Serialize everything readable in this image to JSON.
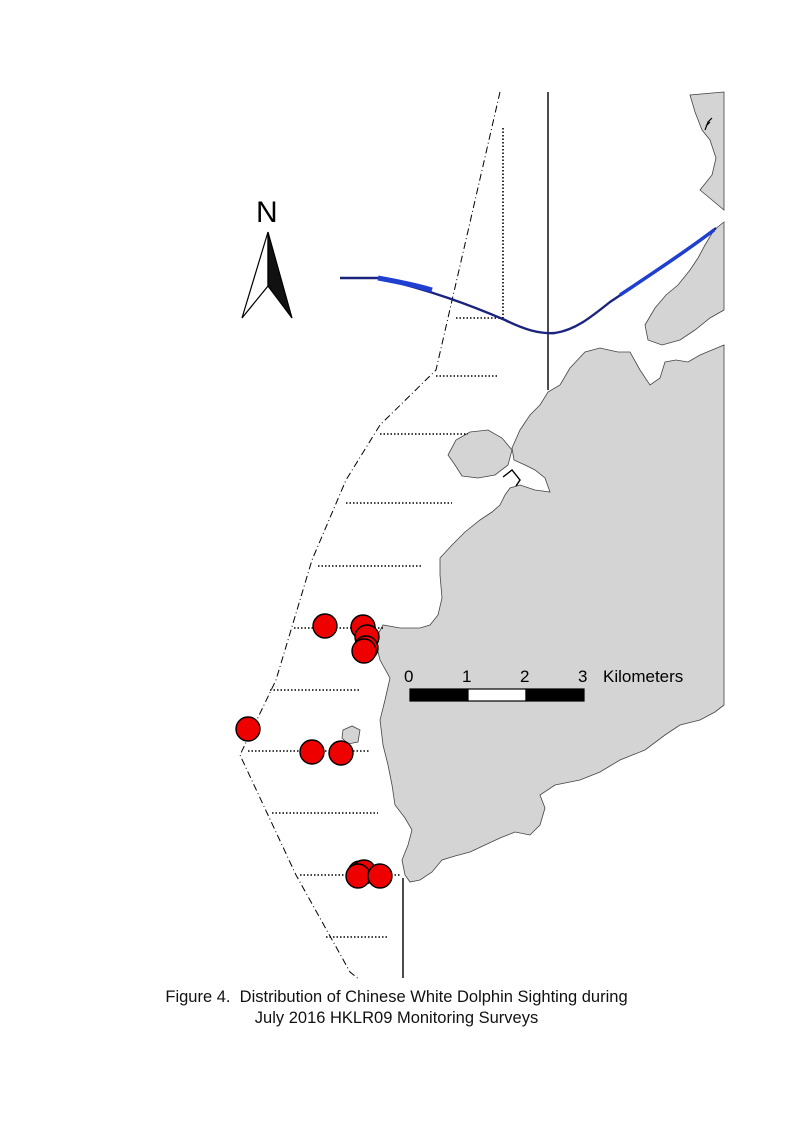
{
  "north_arrow": {
    "label": "N"
  },
  "scale_bar": {
    "ticks": [
      "0",
      "1",
      "2",
      "3"
    ],
    "unit": "Kilometers"
  },
  "colors": {
    "land": "#d4d4d4",
    "sighting": "#ee0000",
    "route": "#1a237e",
    "route_highlight": "#1f3fd1"
  },
  "sightings": {
    "count": 14,
    "symbol": "red-circle"
  },
  "caption": {
    "line1": "Figure 4.  Distribution of Chinese White Dolphin Sighting during",
    "line2": "July 2016 HKLR09 Monitoring Surveys"
  }
}
